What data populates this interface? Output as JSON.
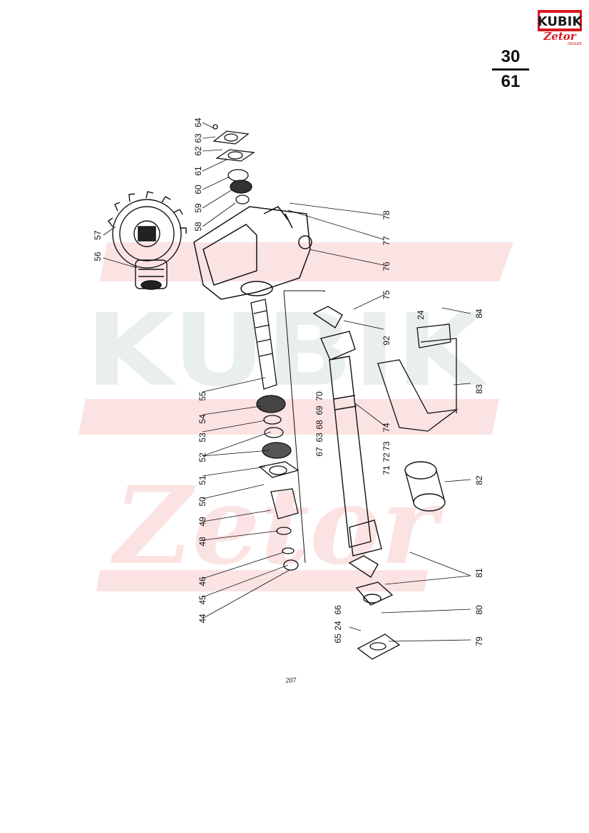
{
  "brand": {
    "name": "KUBIK",
    "sub": "Zetor",
    "tag": "DEALER",
    "colors": {
      "red": "#d71920",
      "dark": "#1a1a1a",
      "watermark": "#e9f0ec",
      "watermark_red": "#fbe3e3"
    }
  },
  "page_ref": {
    "section": "30",
    "page": "61"
  },
  "folio": "207",
  "callouts": [
    "64",
    "63",
    "62",
    "61",
    "60",
    "59",
    "58",
    "57",
    "56",
    "78",
    "77",
    "76",
    "75",
    "92",
    "84",
    "24",
    "83",
    "55",
    "54",
    "53",
    "52",
    "51",
    "50",
    "49",
    "48",
    "46",
    "45",
    "44",
    "70",
    "69",
    "68",
    "63",
    "67",
    "74",
    "73",
    "72",
    "71",
    "82",
    "81",
    "80",
    "66",
    "24",
    "65",
    "79"
  ]
}
